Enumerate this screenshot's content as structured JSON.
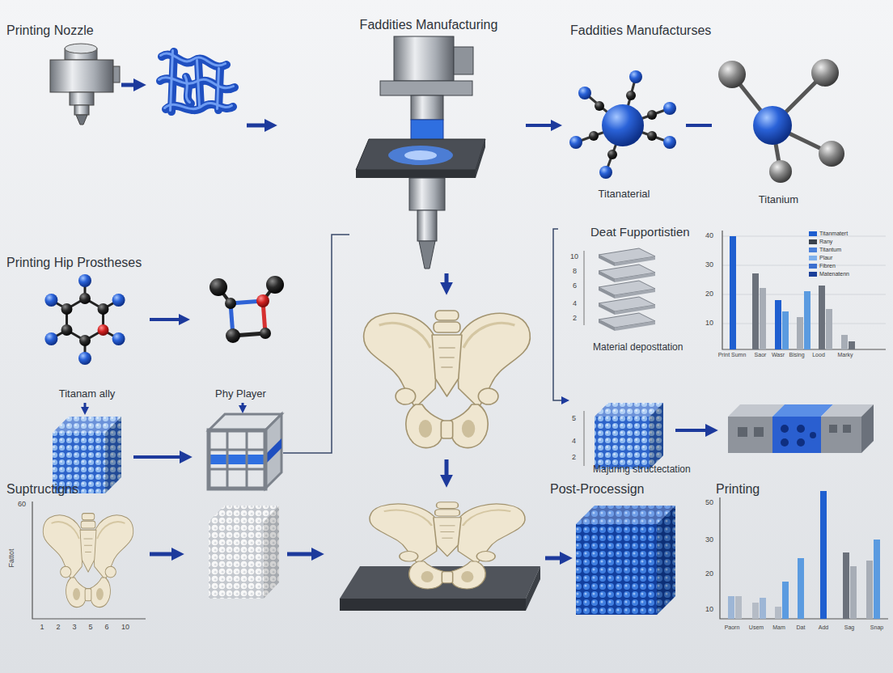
{
  "diagram": {
    "nodes": [
      {
        "text": [
          "Faddities Manufacturing"
        ]
      },
      {
        "text": [
          "Titanaterial"
        ]
      },
      {
        "text": [
          "Titanium"
        ]
      },
      {
        "text": [
          "Titanam ally"
        ]
      },
      {
        "text": [
          "Phy Player"
        ]
      }
    ],
    "edges": [
      {
        "from": 0,
        "to": 1,
        "arrow": "to"
      },
      {
        "from": 1,
        "to": 2,
        "arrow": "none"
      },
      {
        "from": 3,
        "to": 4,
        "arrow": "to"
      }
    ],
    "labels": [
      "Printing Nozzle",
      "Faddities Manufacturses",
      "Printing Hip Prostheses",
      "Deat Fupportistien",
      "10",
      "8",
      "6",
      "4",
      "2",
      "Material deposttation",
      "40",
      "30",
      "20",
      "10",
      "Print Sumn",
      "Saor",
      "Wasr",
      "Bising",
      "Lood",
      "Marky",
      "5",
      "4",
      "2",
      "Majuring structectation",
      "Suptructigns",
      "60",
      "Fattot",
      "1",
      "2",
      "3",
      "5",
      "6",
      "10",
      "Post-Processign",
      "Printing",
      "50",
      "30",
      "20",
      "10",
      "Paorn",
      "Usem",
      "Mam",
      "Dat",
      "Add",
      "Sag",
      "Snap"
    ],
    "legend": [
      {
        "text": "Titanmatert",
        "color": "#1f5fd0"
      },
      {
        "text": "Rany",
        "color": "#3a414c"
      },
      {
        "text": "Titantum",
        "color": "#4a7fd8"
      },
      {
        "text": "Plaur",
        "color": "#7fb0ec"
      },
      {
        "text": "Fibren",
        "color": "#3c6fcf"
      },
      {
        "text": "Matenatenn",
        "color": "#1b3f99"
      }
    ]
  }
}
